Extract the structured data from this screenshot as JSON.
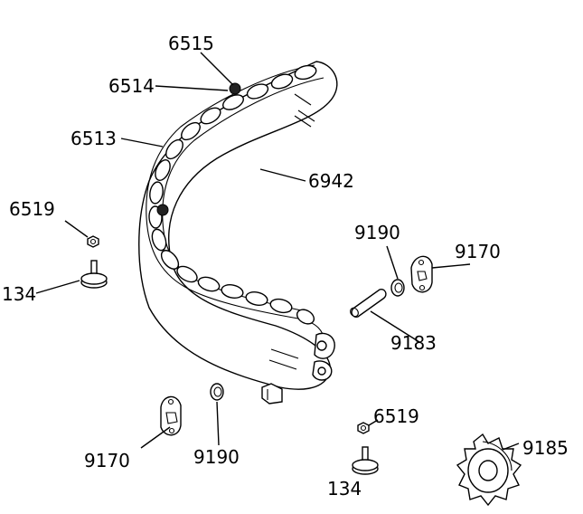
{
  "diagram": {
    "labels": {
      "l6515": "6515",
      "l6514": "6514",
      "l6513": "6513",
      "l6942": "6942",
      "l6519_left": "6519",
      "l134_left": "134",
      "l9190_right": "9190",
      "l9170_right": "9170",
      "l9183": "9183",
      "l9170_bottom": "9170",
      "l9190_bottom": "9190",
      "l6519_bottom": "6519",
      "l134_bottom": "134",
      "l9185": "9185"
    }
  }
}
